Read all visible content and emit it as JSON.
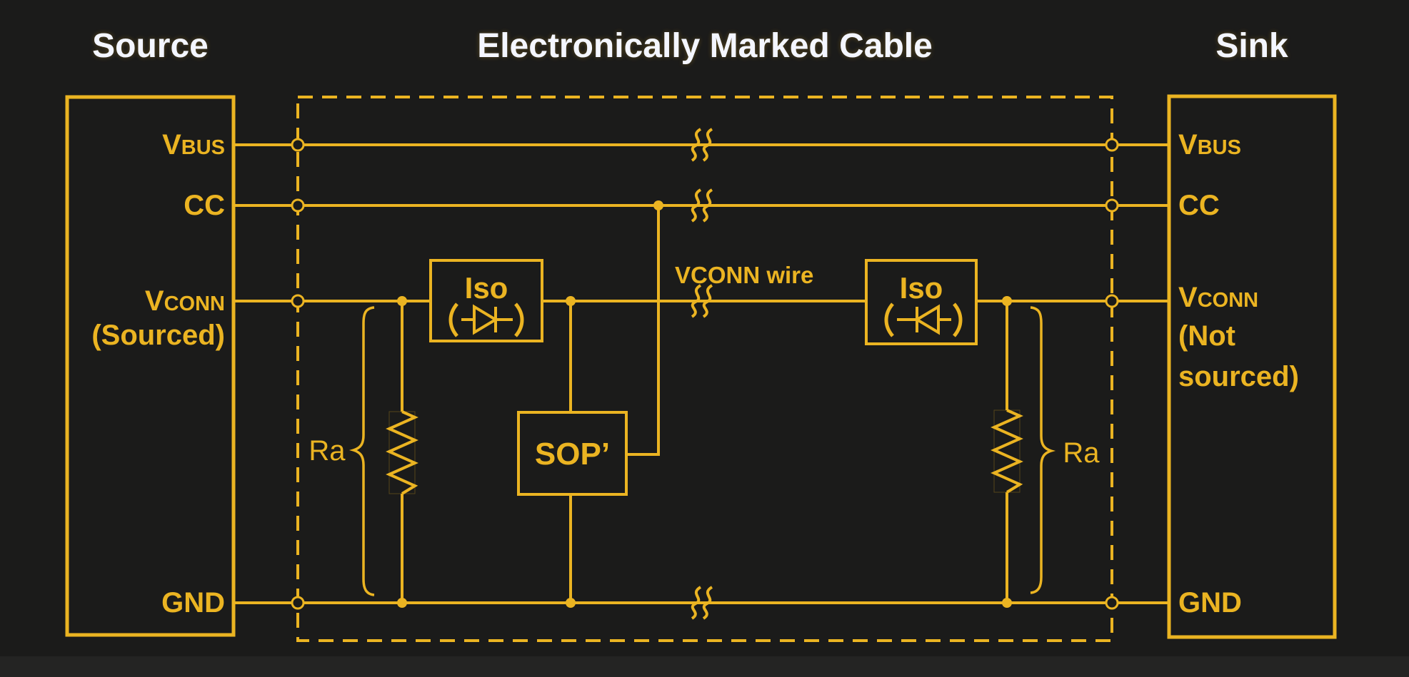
{
  "colors": {
    "background": "#1b1b1a",
    "wire": "#ebb422",
    "title_text": "#f4f6ff",
    "bottom_strip": "#242423"
  },
  "titles": {
    "source": "Source",
    "cable": "Electronically Marked Cable",
    "sink": "Sink"
  },
  "source": {
    "vbus_main": "V",
    "vbus_small": "BUS",
    "cc": "CC",
    "vconn_main": "V",
    "vconn_small": "CONN",
    "vconn_note": "(Sourced)",
    "gnd": "GND"
  },
  "sink": {
    "vbus_main": "V",
    "vbus_small": "BUS",
    "cc": "CC",
    "vconn_main": "V",
    "vconn_small": "CONN",
    "vconn_note_line1": "(Not",
    "vconn_note_line2": "sourced)",
    "gnd": "GND"
  },
  "cable": {
    "vconn_wire_label": "VCONN wire",
    "iso_left_label": "Iso",
    "iso_right_label": "Iso",
    "sop_label": "SOP’",
    "ra_left": "Ra",
    "ra_right": "Ra"
  }
}
